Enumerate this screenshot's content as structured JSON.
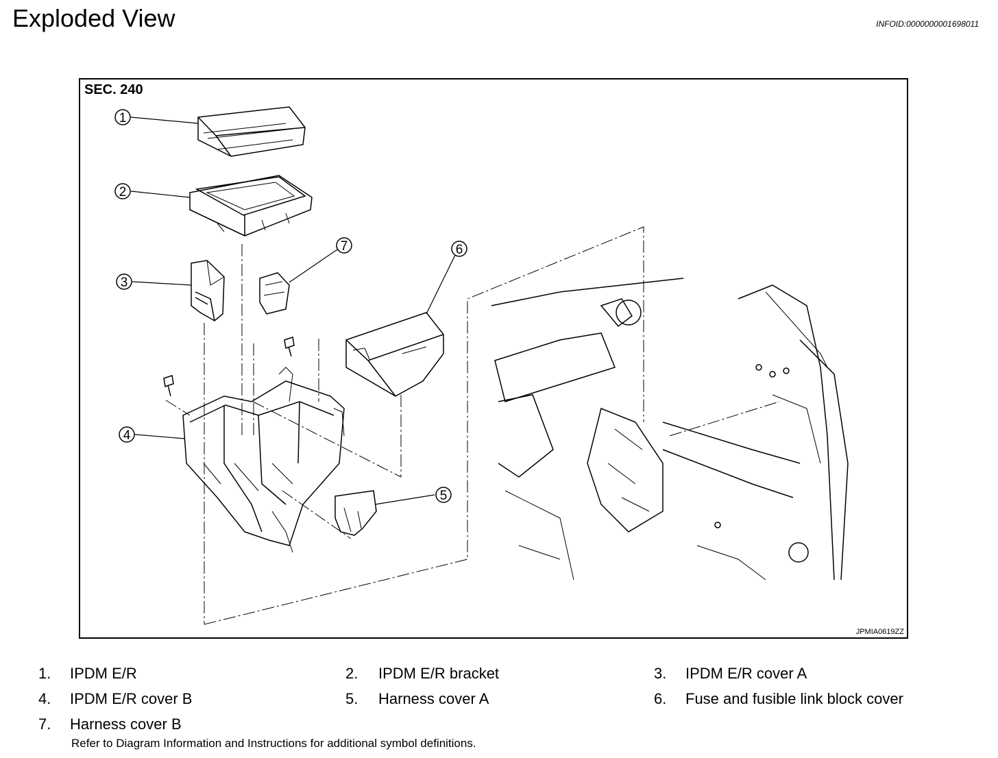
{
  "header": {
    "title": "Exploded View",
    "info_id": "INFOID:0000000001698011"
  },
  "figure": {
    "section": "SEC. 240",
    "figure_id": "JPMIA0619ZZ",
    "callouts": [
      "1",
      "2",
      "3",
      "4",
      "5",
      "6",
      "7"
    ]
  },
  "legend": {
    "items": [
      {
        "num": "1.",
        "label": "IPDM E/R"
      },
      {
        "num": "2.",
        "label": "IPDM E/R bracket"
      },
      {
        "num": "3.",
        "label": "IPDM E/R cover A"
      },
      {
        "num": "4.",
        "label": "IPDM E/R cover B"
      },
      {
        "num": "5.",
        "label": "Harness cover A"
      },
      {
        "num": "6.",
        "label": "Fuse and fusible link block cover"
      },
      {
        "num": "7.",
        "label": "Harness cover B"
      }
    ],
    "note": "Refer to Diagram Information and Instructions for additional symbol definitions."
  }
}
